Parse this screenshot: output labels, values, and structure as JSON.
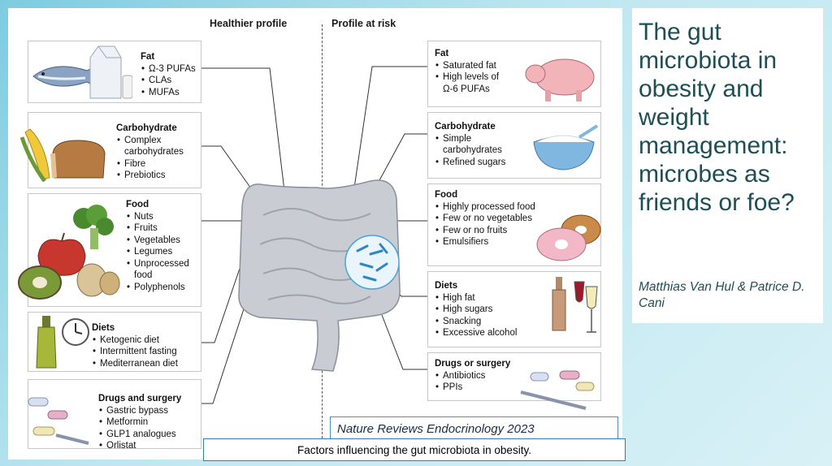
{
  "figure": {
    "healthier_heading": "Healthier profile",
    "risk_heading": "Profile at risk",
    "healthier": [
      {
        "title": "Fat",
        "items": [
          "Ω-3 PUFAs",
          "CLAs",
          "MUFAs"
        ]
      },
      {
        "title": "Carbohydrate",
        "items": [
          "Complex carbohydrates",
          "Fibre",
          "Prebiotics"
        ]
      },
      {
        "title": "Food",
        "items": [
          "Nuts",
          "Fruits",
          "Vegetables",
          "Legumes",
          "Unprocessed food",
          "Polyphenols"
        ]
      },
      {
        "title": "Diets",
        "items": [
          "Ketogenic diet",
          "Intermittent fasting",
          "Mediterranean diet"
        ]
      },
      {
        "title": "Drugs and surgery",
        "items": [
          "Gastric bypass",
          "Metformin",
          "GLP1 analogues",
          "Orlistat"
        ]
      }
    ],
    "risk": [
      {
        "title": "Fat",
        "items": [
          "Saturated fat",
          "High levels of Ω-6 PUFAs"
        ]
      },
      {
        "title": "Carbohydrate",
        "items": [
          "Simple carbohydrates",
          "Refined sugars"
        ]
      },
      {
        "title": "Food",
        "items": [
          "Highly processed food",
          "Few or no vegetables",
          "Few or no fruits",
          "Emulsifiers"
        ]
      },
      {
        "title": "Diets",
        "items": [
          "High fat",
          "High sugars",
          "Snacking",
          "Excessive alcohol"
        ]
      },
      {
        "title": "Drugs or surgery",
        "items": [
          "Antibiotics",
          "PPIs"
        ]
      }
    ],
    "citation": "Nature Reviews Endocrinology 2023",
    "caption": "Factors influencing the gut microbiota in obesity."
  },
  "title_panel": {
    "title": "The gut microbiota in obesity and weight management: microbes as friends or foe?",
    "authors": "Matthias Van Hul & Patrice D.  Cani"
  },
  "colors": {
    "gut": "#c9ccd3",
    "microbe": "#4aa3d8",
    "title_text": "#1d4f55",
    "caption_border": "#2f7db8"
  },
  "icons": [
    "fish-icon",
    "milk-carton-icon",
    "corn-icon",
    "bread-icon",
    "broccoli-icon",
    "apple-icon",
    "kiwi-icon",
    "olive-oil-bottle-icon",
    "clock-icon",
    "pills-icon",
    "scalpel-icon",
    "pig-icon",
    "sugar-bowl-icon",
    "donut-icon",
    "wine-glass-icon",
    "beer-bottle-icon",
    "syringe-icon",
    "intestine-icon",
    "microbes-icon"
  ]
}
